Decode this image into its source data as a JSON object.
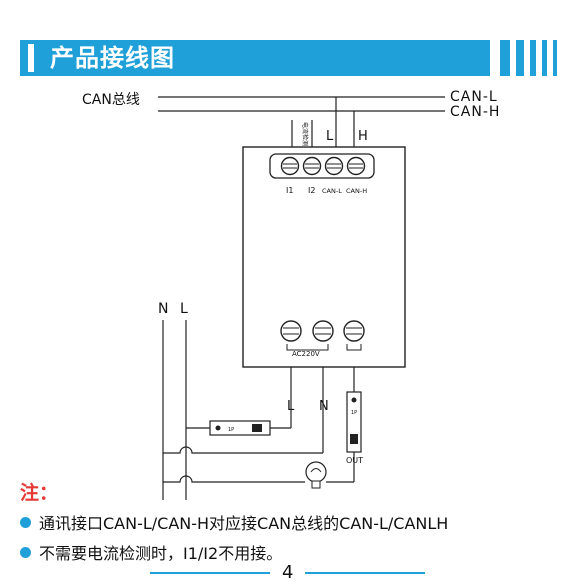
{
  "header": {
    "title": "产品接线图"
  },
  "diagram": {
    "bus_label": "CAN总线",
    "can_l": "CAN-L",
    "can_h": "CAN-H",
    "top_terminal_vertical_label": "电流检测",
    "top_L": "L",
    "top_H": "H",
    "terminals_top": [
      "I1",
      "I2",
      "CAN-L",
      "CAN-H"
    ],
    "power_N": "N",
    "power_L": "L",
    "ac_label": "AC220V",
    "bottom_L": "L",
    "bottom_N": "N",
    "out_label": "OUT",
    "switch_left_text": "1P",
    "switch_right_text": "1P"
  },
  "notes": {
    "title": "注：",
    "items": [
      "通讯接口CAN-L/CAN-H对应接CAN总线的CAN-L/CANLH",
      "不需要电流检测时，I1/I2不用接。"
    ]
  },
  "footer": {
    "page_number": "4"
  }
}
